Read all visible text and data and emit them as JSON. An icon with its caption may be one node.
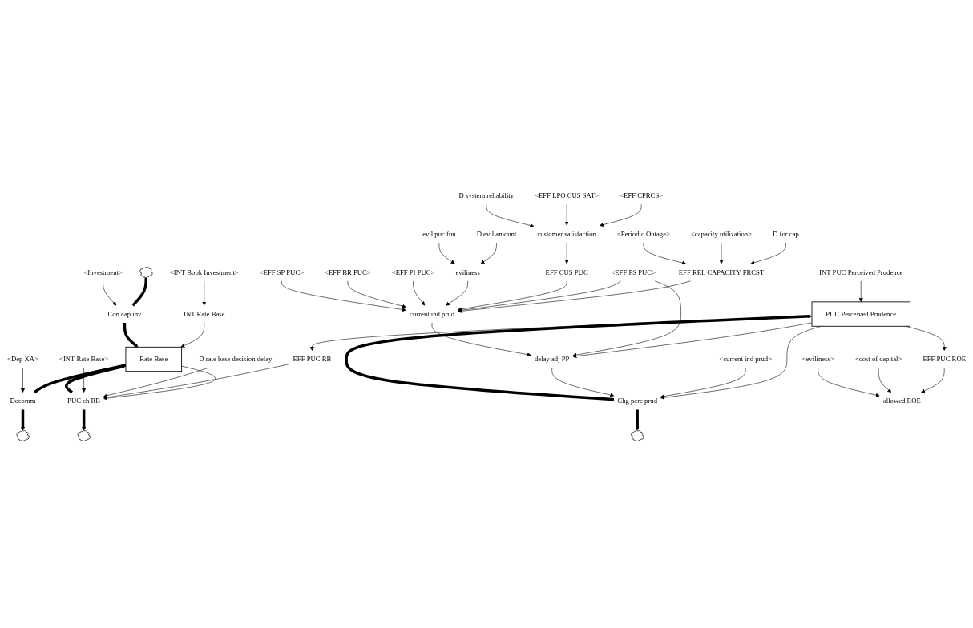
{
  "diagram": {
    "nodes": [
      {
        "text": [
          "<INT Book Investment>"
        ]
      },
      {
        "text": [
          "INT Rate Base"
        ]
      },
      {
        "text": [],
        "shape": "cloud"
      },
      {
        "text": [
          "Con cap inv"
        ]
      },
      {
        "text": [
          "Rate Base"
        ]
      },
      {
        "text": [
          "Decomm"
        ]
      },
      {
        "text": [],
        "shape": "cloud"
      },
      {
        "text": [
          "<Investment>"
        ]
      },
      {
        "text": [
          "<Dep XA>"
        ]
      },
      {
        "text": [],
        "shape": "cloud"
      },
      {
        "text": [
          "EFF PUC RB"
        ]
      },
      {
        "text": [
          "PUC ch RB"
        ]
      },
      {
        "text": [
          "D rate base decision delay"
        ]
      },
      {
        "text": [
          "<INT Rate Base>"
        ]
      },
      {
        "text": [],
        "shape": "cloud"
      },
      {
        "text": [
          "PUC Perceived Prudence"
        ]
      },
      {
        "text": [
          "Chg perc prud"
        ]
      },
      {
        "text": [
          "EFF PUC ROE"
        ]
      },
      {
        "text": [
          "allowed ROE"
        ]
      },
      {
        "text": [
          "INT PUC Perceived Prudence"
        ]
      },
      {
        "text": [
          "<current ind prud>"
        ]
      },
      {
        "text": [
          "delay adj PP"
        ]
      },
      {
        "text": [
          "<cost of capital>"
        ]
      },
      {
        "text": [
          "<eviliness>"
        ]
      },
      {
        "text": [
          "D for cap"
        ]
      },
      {
        "text": [
          "<capacity utilization>"
        ]
      },
      {
        "text": [
          "<Periodic Outage>"
        ]
      },
      {
        "text": [
          "EFF REL CAPACITY FRCST"
        ]
      },
      {
        "text": [
          "<EFF PS PUC>"
        ]
      },
      {
        "text": [
          "D evil amount"
        ]
      },
      {
        "text": [
          "customer satisfaction"
        ]
      },
      {
        "text": [
          "EFF CUS PUC"
        ]
      },
      {
        "text": [
          "current ind prud"
        ]
      },
      {
        "text": [
          "eviliness"
        ]
      },
      {
        "text": [
          "evil puc fun"
        ]
      },
      {
        "text": [
          "<EFF PI PUC>"
        ]
      },
      {
        "text": [
          "<EFF BR PUC>"
        ]
      },
      {
        "text": [
          "<EFF CPRCS>"
        ]
      },
      {
        "text": [
          "<EFF LPO CUS SAT>"
        ]
      },
      {
        "text": [
          "D system reliability"
        ]
      },
      {
        "text": [
          "<EFF SP PUC>"
        ]
      }
    ],
    "edges": [
      {
        "from": 0,
        "to": 1,
        "arrow": "to"
      },
      {
        "from": 1,
        "to": 4,
        "arrow": "to"
      },
      {
        "from": 2,
        "to": 3,
        "arrow": "none",
        "style": "thick"
      },
      {
        "from": 3,
        "to": 4,
        "arrow": "to",
        "style": "thick"
      },
      {
        "from": 7,
        "to": 3,
        "arrow": "to"
      },
      {
        "from": 4,
        "to": 5,
        "arrow": "none",
        "style": "thick"
      },
      {
        "from": 5,
        "to": 6,
        "arrow": "to",
        "style": "thick"
      },
      {
        "from": 8,
        "to": 5,
        "arrow": "to"
      },
      {
        "from": 4,
        "to": 11,
        "arrow": "to"
      },
      {
        "from": 11,
        "to": 4,
        "arrow": "to",
        "style": "thick"
      },
      {
        "from": 11,
        "to": 9,
        "arrow": "to",
        "style": "thick"
      },
      {
        "from": 10,
        "to": 11,
        "arrow": "to"
      },
      {
        "from": 12,
        "to": 11,
        "arrow": "to"
      },
      {
        "from": 13,
        "to": 11,
        "arrow": "to"
      },
      {
        "from": 15,
        "to": 10,
        "arrow": "to"
      },
      {
        "from": 16,
        "to": 14,
        "arrow": "to",
        "style": "thick"
      },
      {
        "from": 16,
        "to": 15,
        "arrow": "to",
        "style": "thick"
      },
      {
        "from": 15,
        "to": 16,
        "arrow": "to"
      },
      {
        "from": 15,
        "to": 17,
        "arrow": "to"
      },
      {
        "from": 17,
        "to": 18,
        "arrow": "to"
      },
      {
        "from": 19,
        "to": 15,
        "arrow": "to"
      },
      {
        "from": 15,
        "to": 21,
        "arrow": "to"
      },
      {
        "from": 20,
        "to": 16,
        "arrow": "to"
      },
      {
        "from": 21,
        "to": 16,
        "arrow": "to"
      },
      {
        "from": 22,
        "to": 18,
        "arrow": "to"
      },
      {
        "from": 23,
        "to": 18,
        "arrow": "to"
      },
      {
        "from": 24,
        "to": 27,
        "arrow": "to"
      },
      {
        "from": 25,
        "to": 27,
        "arrow": "to"
      },
      {
        "from": 26,
        "to": 27,
        "arrow": "to"
      },
      {
        "from": 28,
        "to": 21,
        "arrow": "to"
      },
      {
        "from": 32,
        "to": 21,
        "arrow": "to"
      },
      {
        "from": 27,
        "to": 32,
        "arrow": "to"
      },
      {
        "from": 28,
        "to": 32,
        "arrow": "to"
      },
      {
        "from": 31,
        "to": 32,
        "arrow": "to"
      },
      {
        "from": 33,
        "to": 32,
        "arrow": "to"
      },
      {
        "from": 35,
        "to": 32,
        "arrow": "to"
      },
      {
        "from": 36,
        "to": 32,
        "arrow": "to"
      },
      {
        "from": 40,
        "to": 32,
        "arrow": "to"
      },
      {
        "from": 29,
        "to": 33,
        "arrow": "to"
      },
      {
        "from": 34,
        "to": 33,
        "arrow": "to"
      },
      {
        "from": 30,
        "to": 31,
        "arrow": "to"
      },
      {
        "from": 37,
        "to": 30,
        "arrow": "to"
      },
      {
        "from": 38,
        "to": 30,
        "arrow": "to"
      },
      {
        "from": 39,
        "to": 30,
        "arrow": "to"
      }
    ]
  }
}
